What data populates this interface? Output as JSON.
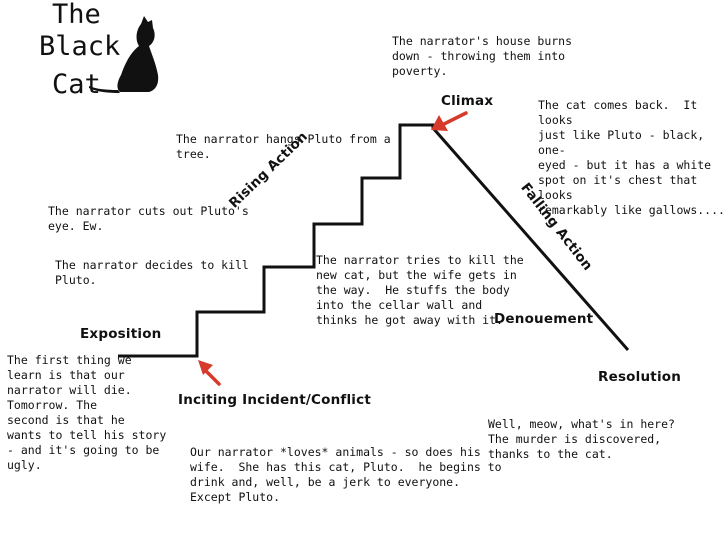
{
  "title": {
    "line1": "The",
    "line2": "Black",
    "line3": "Cat"
  },
  "icons": {
    "cat": "black-cat-silhouette-icon",
    "arrow": "red-arrow-icon"
  },
  "colors": {
    "arrow": "#d63a2a",
    "line": "#111111"
  },
  "labels": {
    "exposition": "Exposition",
    "inciting": "Inciting Incident/Conflict",
    "rising": "Rising Action",
    "climax": "Climax",
    "falling": "Falling Action",
    "denouement": "Denouement",
    "resolution": "Resolution"
  },
  "notes": {
    "house_burns": "The narrator's house burns\ndown - throwing them into\npoverty.",
    "cat_returns": "The cat comes back.  It looks\njust like Pluto - black, one-\neyed - but it has a white\nspot on it's chest that looks\nremarkably like gallows....",
    "hangs_pluto": "The narrator hangs Pluto from a\ntree.",
    "cuts_eye": "The narrator cuts out Pluto's\neye. Ew.",
    "decides_kill": "The narrator decides to kill\nPluto.",
    "kill_new_cat": "The narrator tries to kill the\nnew cat, but the wife gets in\nthe way.  He stuffs the body\ninto the cellar wall and\nthinks he got away with it.",
    "first_thing": "The first thing we\nlearn is that our\nnarrator will die.\nTomorrow. The\nsecond is that he\nwants to tell his story\n- and it's going to be\nugly.",
    "loves_animals": "Our narrator *loves* animals - so does his\nwife.  She has this cat, Pluto.  he begins to\ndrink and, well, be a jerk to everyone.\nExcept Pluto.",
    "meow": "Well, meow, what's in here?\nThe murder is discovered,\nthanks to the cat."
  }
}
